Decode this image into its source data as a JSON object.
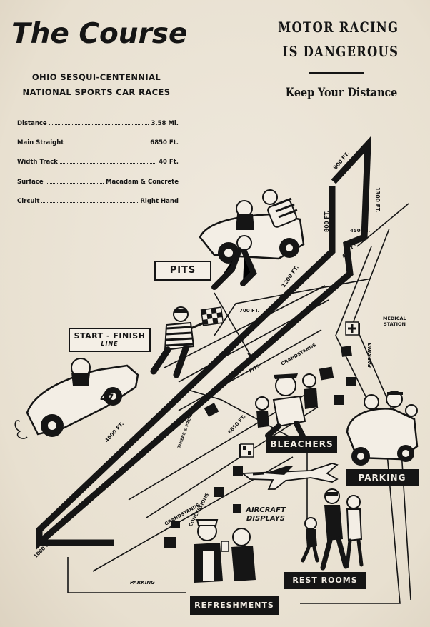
{
  "header": {
    "title": "The Course",
    "subtitle_line1": "OHIO SESQUI-CENTENNIAL",
    "subtitle_line2": "NATIONAL SPORTS CAR RACES"
  },
  "warning": {
    "line1": "MOTOR RACING",
    "line2": "IS DANGEROUS",
    "tagline": "Keep Your Distance"
  },
  "specs": [
    {
      "label": "Distance",
      "value": "3.58 Mi."
    },
    {
      "label": "Main Straight",
      "value": "6850 Ft."
    },
    {
      "label": "Width Track",
      "value": "40 Ft."
    },
    {
      "label": "Surface",
      "value": "Macadam & Concrete"
    },
    {
      "label": "Circuit",
      "value": "Right Hand"
    }
  ],
  "map": {
    "boxes": {
      "pits": "PITS",
      "start_finish": "START - FINISH",
      "start_finish_sub": "LINE",
      "bleachers": "BLEACHERS",
      "parking": "PARKING",
      "rest_rooms": "REST ROOMS",
      "refreshments": "REFRESHMENTS",
      "aircraft_line1": "AIRCRAFT",
      "aircraft_line2": "DISPLAYS"
    },
    "labels": {
      "d800_top": "800 FT.",
      "d1300": "1300 FT.",
      "d800_side": "800 FT.",
      "d450": "450 FT.",
      "d400": "400 FT.",
      "d1200": "1200 FT.",
      "d700": "700 FT.",
      "d4600": "4600 FT.",
      "d6850": "6850 FT.",
      "d1000": "1000 FT.",
      "medical_line1": "MEDICAL",
      "medical_line2": "STATION",
      "parking_vertical": "PARKING",
      "parking_bottom": "PARKING",
      "grandstands_top": "GRANDSTANDS",
      "grandstands_bottom": "GRANDSTANDS",
      "concessions": "CONCESSIONS",
      "timers_press": "TIMERS & PRESS",
      "pits_road": "PITS",
      "car_number": "47"
    },
    "colors": {
      "ink": "#151515",
      "paper": "#ece5d7"
    }
  }
}
